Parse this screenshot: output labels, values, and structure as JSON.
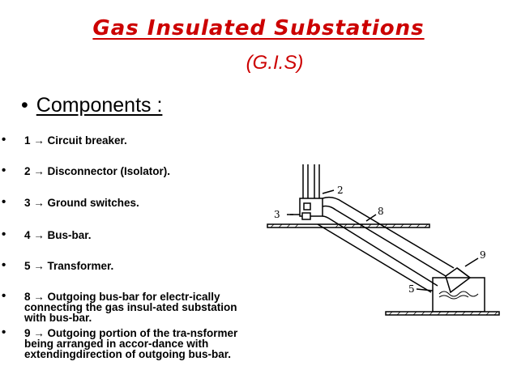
{
  "slide": {
    "title": "Gas Insulated Substations",
    "subtitle": "(G.I.S)",
    "heading": "Components :",
    "bullet_large": "•",
    "bullet_small": "•",
    "items": [
      "1 → Circuit breaker.",
      "2 → Disconnector (Isolator).",
      "3 → Ground switches.",
      "4 → Bus-bar.",
      "5 → Transformer.",
      "8 → Outgoing bus-bar for electr-ically connecting the  gas  insul-ated substation with bus-bar.",
      "9 → Outgoing portion of the tra-nsformer  being arranged in accor-dance with extendingdirection of outgoing bus-bar."
    ],
    "diagram_labels": {
      "l2": "2",
      "l3": "3",
      "l8": "8",
      "l9": "9",
      "l5": "5"
    }
  },
  "colors": {
    "title": "#cc0000",
    "text": "#000000",
    "background": "#ffffff"
  }
}
